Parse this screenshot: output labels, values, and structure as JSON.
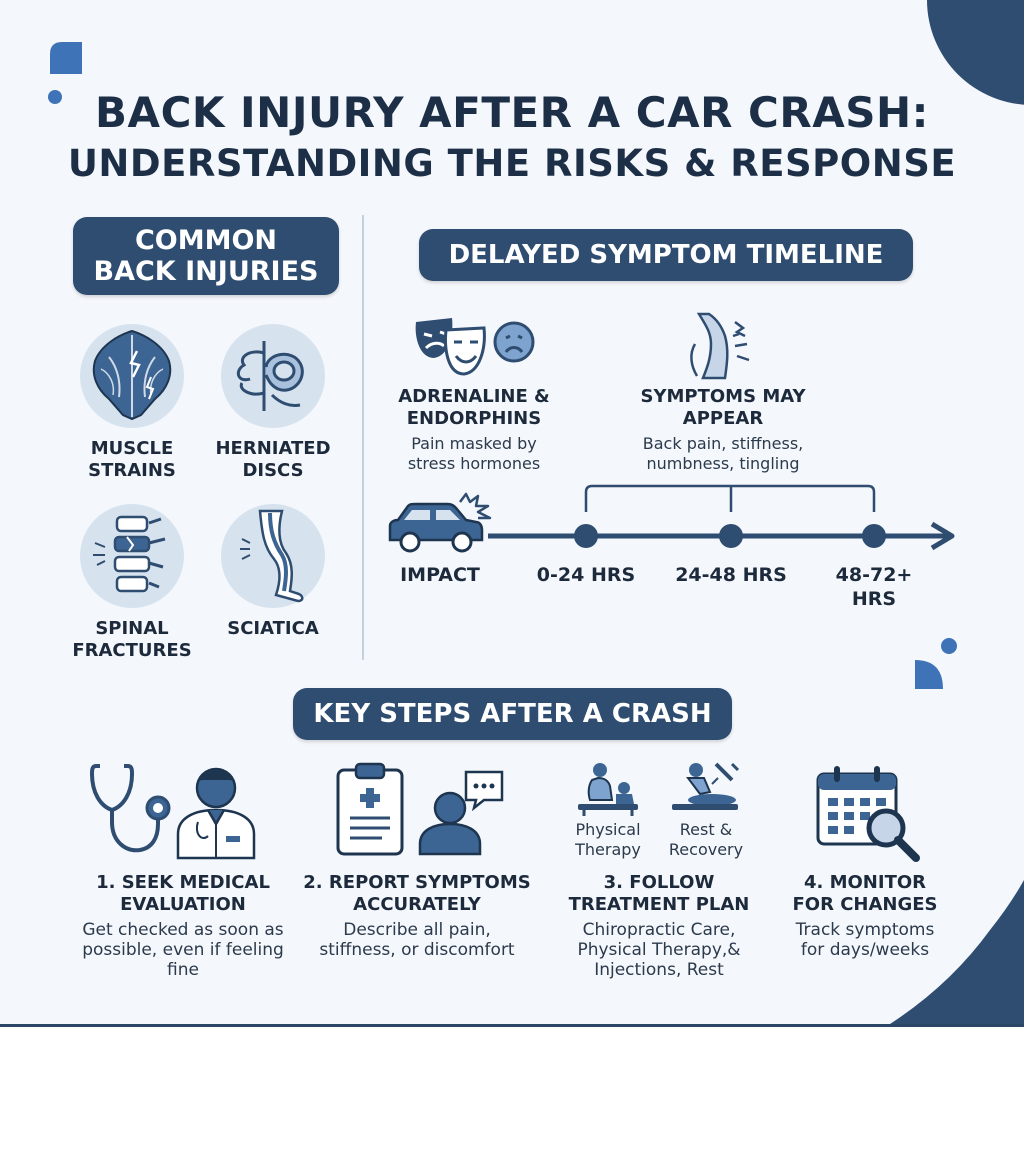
{
  "title": {
    "line1": "BACK INJURY AFTER A CAR CRASH:",
    "line2": "UNDERSTANDING THE RISKS & RESPONSE"
  },
  "colors": {
    "navy": "#2e4d70",
    "dark": "#1c2f47",
    "light_blue": "#d7e2ef",
    "accent": "#3f73b8"
  },
  "common_injuries": {
    "heading_line1": "COMMON",
    "heading_line2": "BACK INJURIES",
    "items": [
      {
        "line1": "MUSCLE",
        "line2": "STRAINS",
        "icon": "muscle-back-icon"
      },
      {
        "line1": "HERNIATED",
        "line2": "DISCS",
        "icon": "herniated-disc-icon"
      },
      {
        "line1": "SPINAL",
        "line2": "FRACTURES",
        "icon": "spine-fracture-icon"
      },
      {
        "line1": "SCIATICA",
        "line2": "",
        "icon": "sciatica-leg-icon"
      }
    ]
  },
  "timeline": {
    "heading": "DELAYED SYMPTOM TIMELINE",
    "adrenaline": {
      "title_line1": "ADRENALINE &",
      "title_line2": "ENDORPHINS",
      "desc_line1": "Pain masked by",
      "desc_line2": "stress hormones",
      "icon": "theater-masks-icon"
    },
    "symptoms": {
      "title_line1": "SYMPTOMS MAY",
      "title_line2": "APPEAR",
      "desc_line1": "Back pain, stiffness,",
      "desc_line2": "numbness, tingling",
      "icon": "back-pain-icon"
    },
    "points": [
      {
        "line1": "IMPACT",
        "line2": ""
      },
      {
        "line1": "0-24 HRS",
        "line2": ""
      },
      {
        "line1": "24-48 HRS",
        "line2": ""
      },
      {
        "line1": "48-72+",
        "line2": "HRS"
      }
    ],
    "impact_icon": "car-crash-icon"
  },
  "key_steps": {
    "heading": "KEY STEPS AFTER A CRASH",
    "steps": [
      {
        "title_line1": "1. SEEK MEDICAL",
        "title_line2": "EVALUATION",
        "desc_line1": "Get checked as soon as",
        "desc_line2": "possible, even if feeling",
        "desc_line3": "fine",
        "icon": "stethoscope-doctor-icon"
      },
      {
        "title_line1": "2. REPORT SYMPTOMS",
        "title_line2": "ACCURATELY",
        "desc_line1": "Describe all pain,",
        "desc_line2": "stiffness, or discomfort",
        "desc_line3": "",
        "icon": "clipboard-report-icon"
      },
      {
        "title_line1": "3. FOLLOW",
        "title_line2": "TREATMENT PLAN",
        "desc_line1": "Chiropractic Care,",
        "desc_line2": "Physical Therapy,&",
        "desc_line3": "Injections, Rest",
        "icon": "treatment-icon",
        "sub_items": [
          {
            "line1": "Physical",
            "line2": "Therapy"
          },
          {
            "line1": "Rest &",
            "line2": "Recovery"
          }
        ]
      },
      {
        "title_line1": "4. MONITOR",
        "title_line2": "FOR CHANGES",
        "desc_line1": "Track symptoms",
        "desc_line2": "for days/weeks",
        "desc_line3": "",
        "icon": "calendar-search-icon"
      }
    ]
  }
}
